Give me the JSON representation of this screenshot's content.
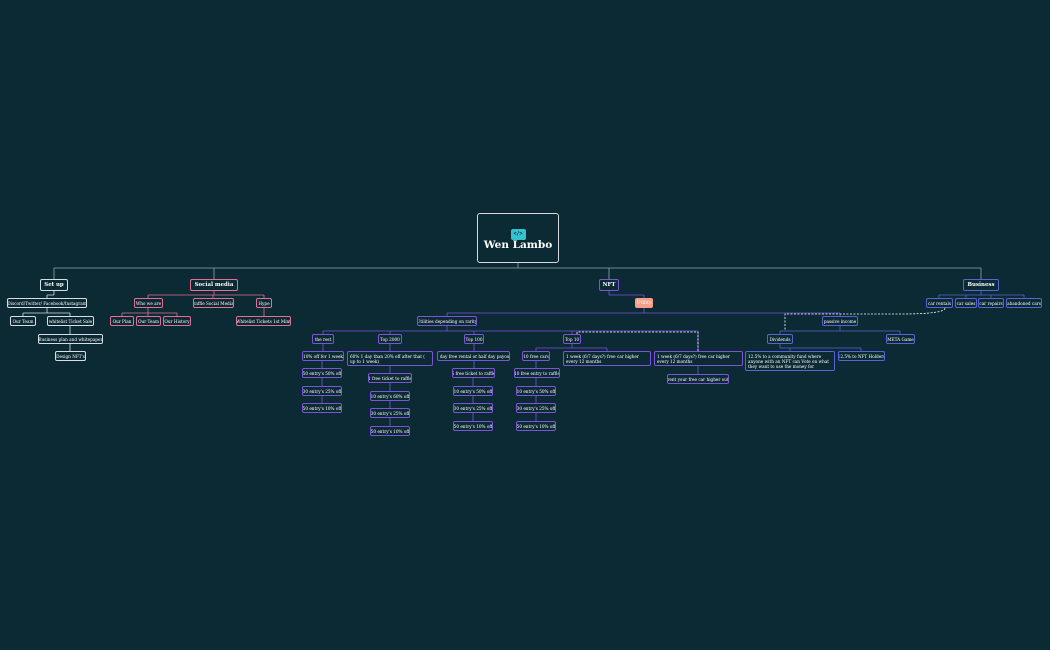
{
  "colors": {
    "background": "#0b2a33",
    "setup": "#d6dde4",
    "social": "#e46f95",
    "nft": "#7b54d9",
    "business": "#5a63d6",
    "utility": "#f5a08a"
  },
  "root": {
    "title": "Wen Lambo",
    "icon": "code-window-icon"
  },
  "setup": {
    "label": "Set up",
    "channels": "Discord/Twitter/ Facebook/Instagram",
    "our_team": "Our Team",
    "whitelist": "whitelist Ticket Sale",
    "business_plan": "Business plan and whitepaper",
    "design_nfts": "Design NFT's"
  },
  "social": {
    "label": "Social media",
    "who_we_are": "Who we are",
    "our_plan": "Our Plan",
    "our_team": "Our Team",
    "our_history": "Our History",
    "raffle": "raffle Social Media",
    "hype": "Hype",
    "whitelist_tickets": "Whitelist Tickets 1st Mint"
  },
  "nft": {
    "label": "NFT",
    "utility": "Utility",
    "utilities_rarity": "Utilities depending on rarity",
    "the_rest": "the rest",
    "rest": [
      "10% off for 1 week",
      "50 entry's 50% off",
      "30 entry's 25% off",
      "50 entry's 10% off"
    ],
    "top2000": "Top 2000",
    "top2000_items": [
      "60% 1 day than 20% off after that ( up to 1 week)",
      "1 free ticket to raffle",
      "10 entry's 60% off",
      "30 entry's 25% off",
      "50 entry's 10% off"
    ],
    "top100": "Top 100",
    "top100_items": [
      "1 day free rental or half day payout",
      "5 free ticket to raffle",
      "10 entry's 50% off",
      "30 entry's 25% off",
      "50 entry's 10% off"
    ],
    "top10": "Top 10",
    "top10_items": [
      "10 free cars",
      "10 free entry to raffle",
      "10 entry's 50% off",
      "30 entry's 25% off",
      "50 entry's 10% off"
    ],
    "top10_week": "1 week (6/7 days?) free car higher every 12 months",
    "week_car": "1 week (6/7 days?) free car higher every 12 months",
    "rent_car": "rent your free car higher out"
  },
  "business": {
    "label": "Business",
    "items": [
      "car rentals",
      "car sales",
      "car repairs",
      "abandoned cars"
    ],
    "passive_income": "passive income",
    "dividends": "Dividends",
    "community_fund": "12.5% to a community fund where anyone with an NFT can Vote on what they want to use the money for",
    "nft_holders": "12.5% to NFT Holders",
    "meta_game": "META Game"
  }
}
